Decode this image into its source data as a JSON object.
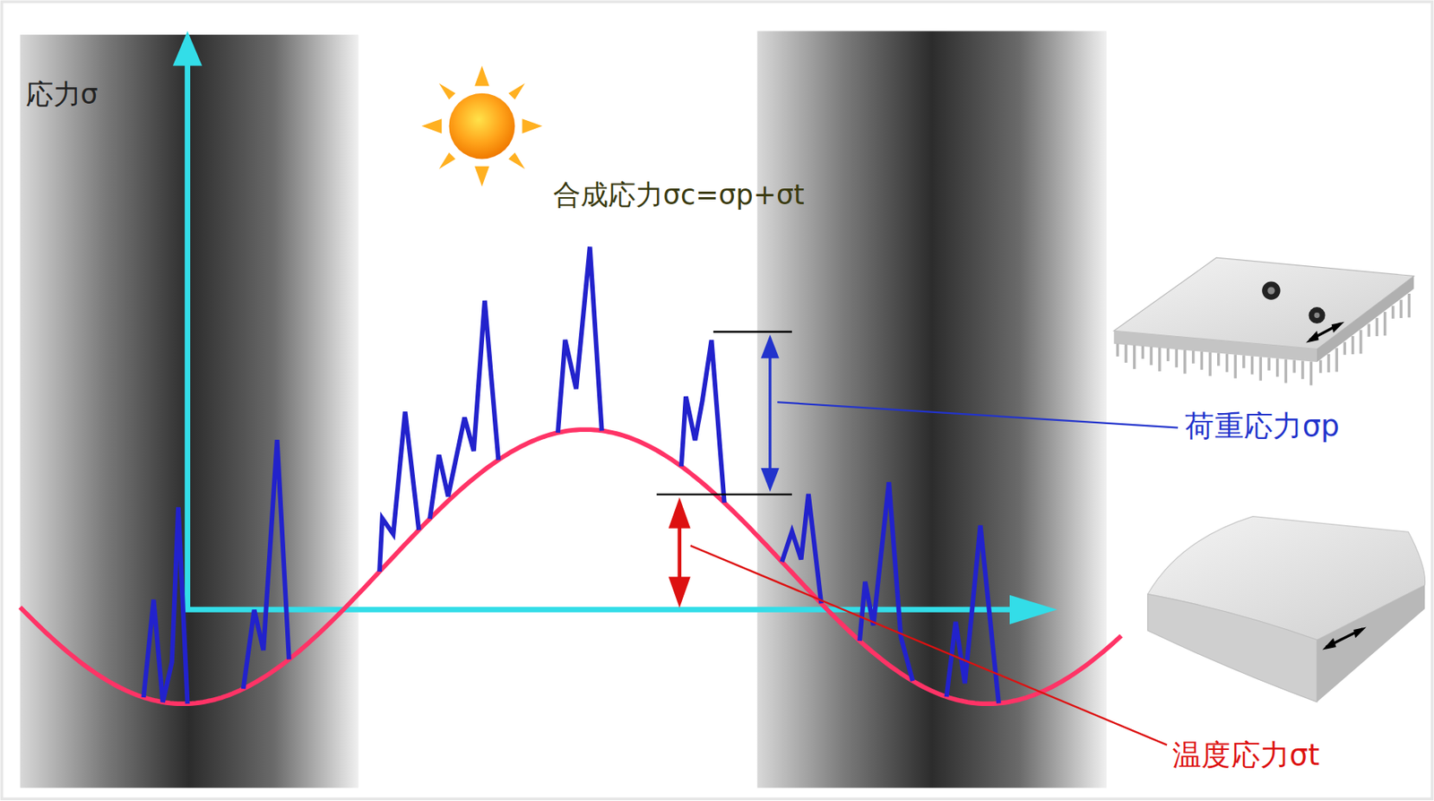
{
  "diagram": {
    "labels": [
      "応力σ",
      "合成応力σc=σp+σt",
      "荷重応力σp",
      "温度応力σt"
    ]
  }
}
